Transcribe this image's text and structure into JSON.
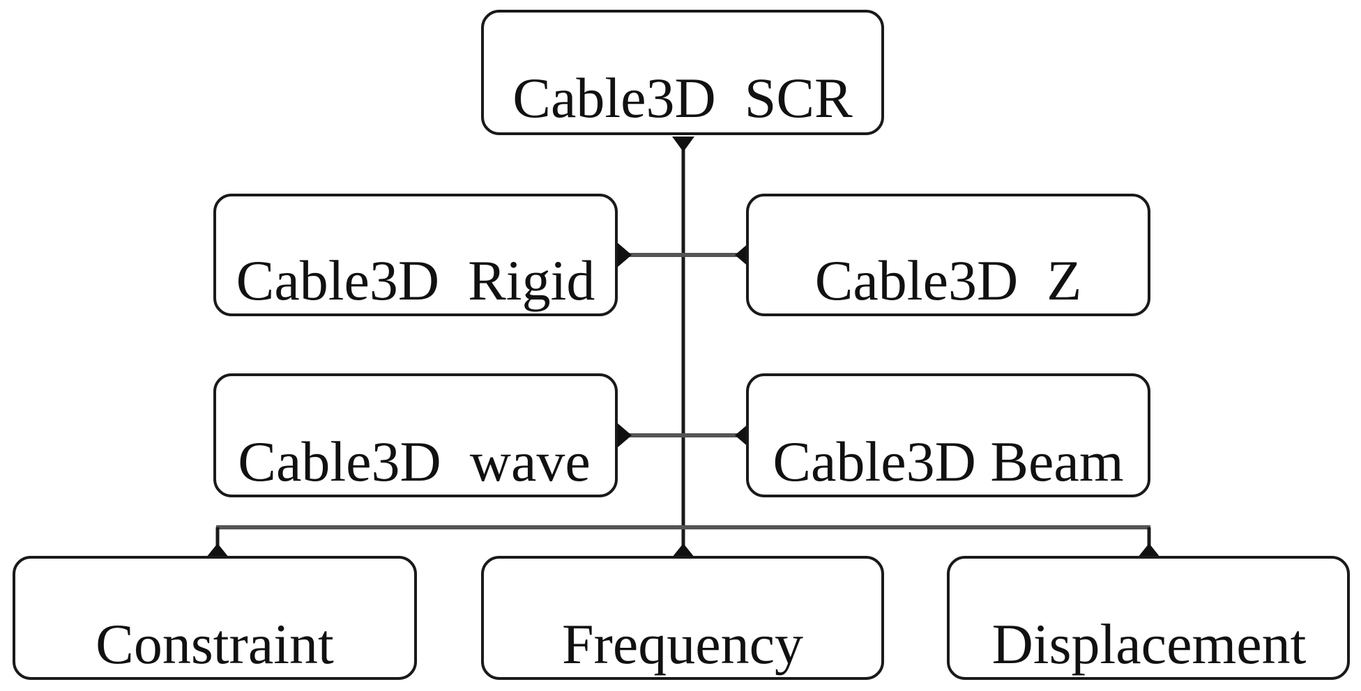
{
  "diagram": {
    "root": {
      "label": "Cable3D  SCR"
    },
    "row1": {
      "left": {
        "label": "Cable3D  Rigid"
      },
      "right": {
        "label": "Cable3D  Z"
      }
    },
    "row2": {
      "left": {
        "label": "Cable3D  wave"
      },
      "right": {
        "label": "Cable3D Beam"
      }
    },
    "outputs": [
      {
        "label": "Constraint"
      },
      {
        "label": "Frequency"
      },
      {
        "label": "Displacement"
      }
    ]
  }
}
